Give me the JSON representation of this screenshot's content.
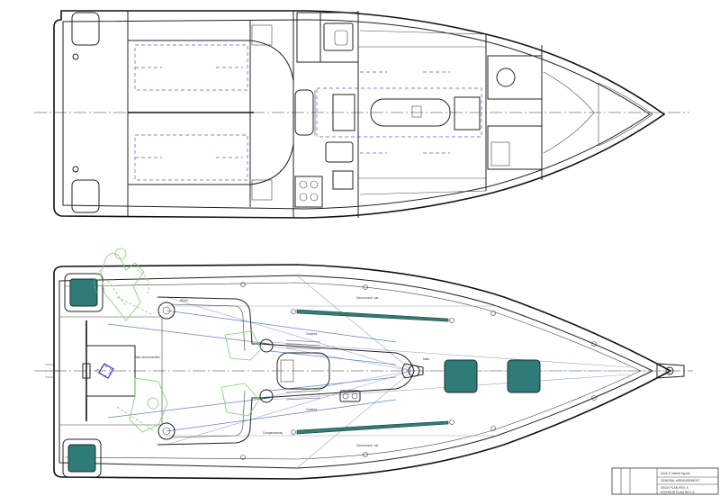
{
  "drawing": {
    "views": [
      "interior-layout-plan",
      "deck-layout-plan"
    ],
    "colors": {
      "line": "#222222",
      "hatch": "#2e7b78",
      "rigging": "#9aa6c8",
      "crew_figures": "#7ccf6a",
      "dashed_layout": "#5b5bd6"
    }
  },
  "deck_notes": {
    "genoa_track_port": "Genoa track / car",
    "genoa_track_stbd": "Genoa track / car",
    "halyard_clutch_port": "Clutches",
    "halyard_clutch_stbd": "Clutches",
    "winch_label": "Winch",
    "traveller": "Main sheet traveller",
    "companionway": "Companionway",
    "mast": "Mast"
  },
  "title_block": {
    "title": "Deck & Interior layout",
    "subtitle": "GENERAL ARRANGEMENT",
    "ref_1": "DECK PLAN REV. A",
    "ref_2": "INTERIOR PLAN REV. A"
  }
}
